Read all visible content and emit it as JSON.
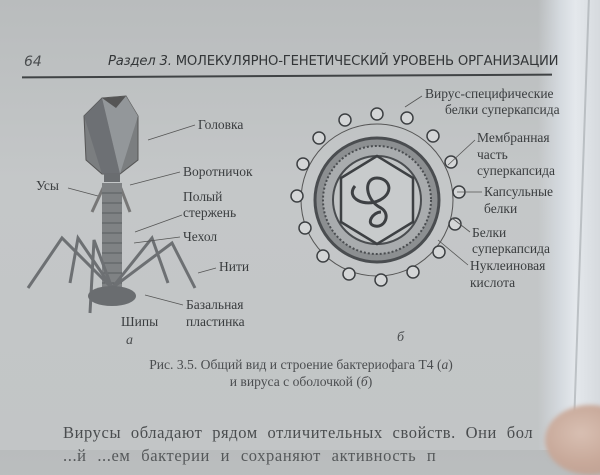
{
  "header": {
    "page_number": "64",
    "section": "Раздел 3.",
    "title": "МОЛЕКУЛЯРНО-ГЕНЕТИЧЕСКИЙ УРОВЕНЬ ОРГАНИЗАЦИИ"
  },
  "figure_a": {
    "letter": "а",
    "labels": {
      "head": "Головка",
      "collar": "Воротничок",
      "whiskers": "Усы",
      "hollow_rod_1": "Полый",
      "hollow_rod_2": "стержень",
      "sheath": "Чехол",
      "fibers": "Нити",
      "baseplate_1": "Базальная",
      "baseplate_2": "пластинка",
      "spikes": "Шипы"
    }
  },
  "figure_b": {
    "letter": "б",
    "labels": {
      "virus_proteins_1": "Вирус-специфические",
      "virus_proteins_2": "белки суперкапсида",
      "membrane_1": "Мембранная",
      "membrane_2": "часть",
      "membrane_3": "суперкапсида",
      "capsid_1": "Капсульные",
      "capsid_2": "белки",
      "supercapsid_proteins_1": "Белки",
      "supercapsid_proteins_2": "суперкапсида",
      "nucleic_1": "Нуклеиновая",
      "nucleic_2": "кислота"
    }
  },
  "caption": {
    "line1_prefix": "Рис. 3.5. Общий вид и строение бактериофага Т4 (",
    "line1_letter": "а",
    "line1_suffix": ")",
    "line2_prefix": "и вируса с оболочкой (",
    "line2_letter": "б",
    "line2_suffix": ")"
  },
  "body": {
    "line1": "Вирусы обладают рядом отличительных свойств. Они бол",
    "line2": "      ...й       ...ем бактерии и сохраняют активность п"
  }
}
